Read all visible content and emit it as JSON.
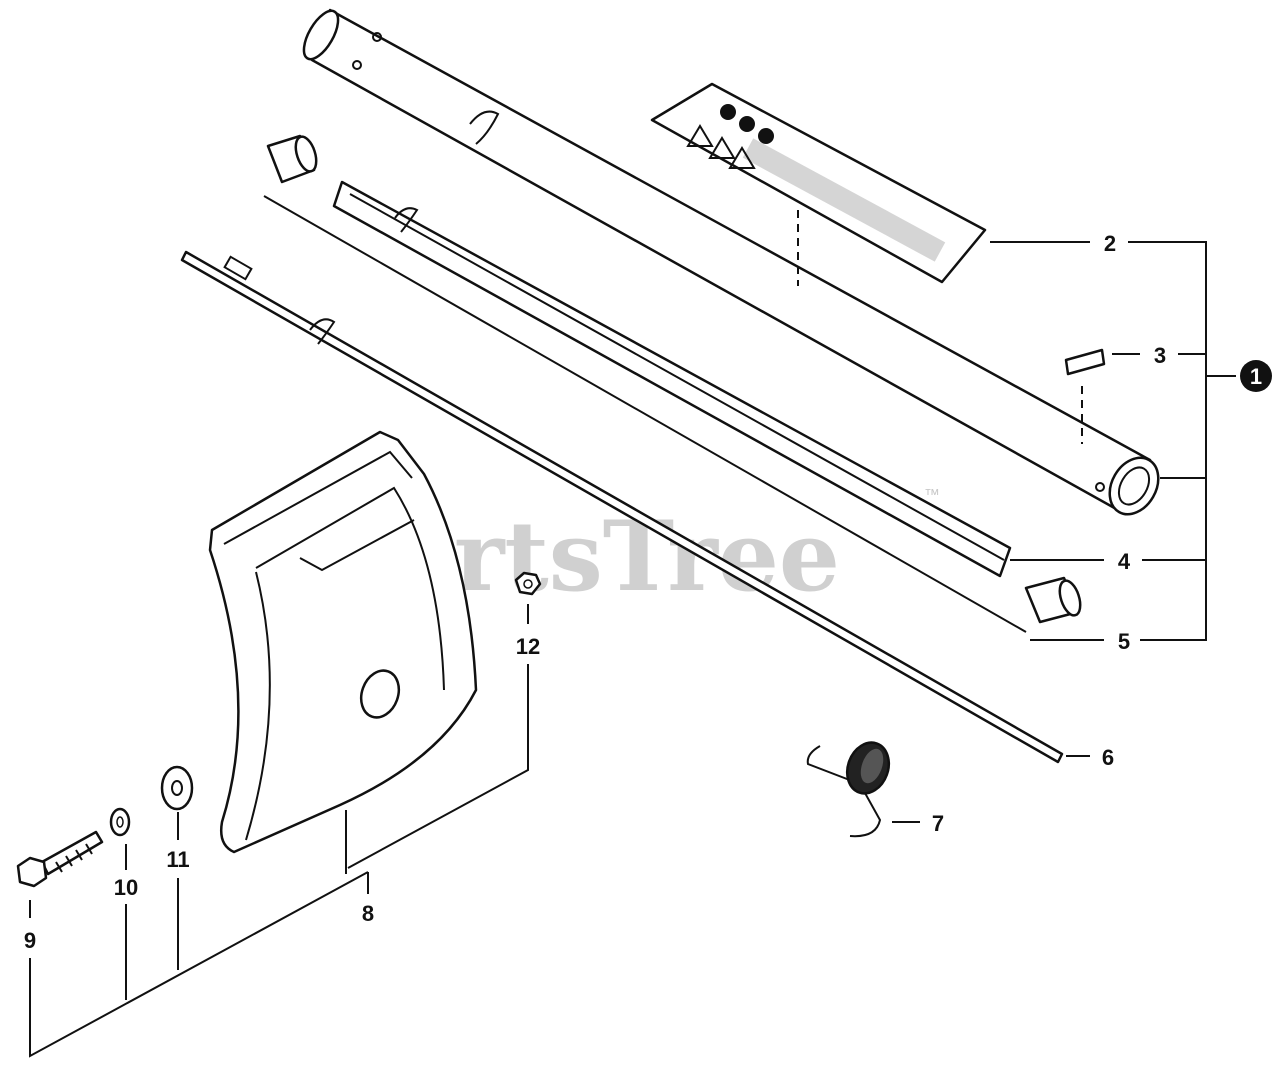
{
  "watermark": {
    "text": "PartsTree",
    "trademark": "™"
  },
  "callouts": {
    "assembly": "1",
    "decal": "2",
    "plate": "3",
    "liner": "4",
    "bushing": "5",
    "driveshaft": "6",
    "hook": "7",
    "shield": "8",
    "bolt": "9",
    "lockwasher": "10",
    "washer": "11",
    "nut": "12"
  },
  "icons": [
    "shaft-tube-icon",
    "warning-decal-icon",
    "bushing-icon",
    "liner-icon",
    "driveshaft-icon",
    "debris-shield-icon",
    "bolt-icon",
    "lock-washer-icon",
    "flat-washer-icon",
    "hex-nut-icon",
    "hanger-hook-icon"
  ]
}
